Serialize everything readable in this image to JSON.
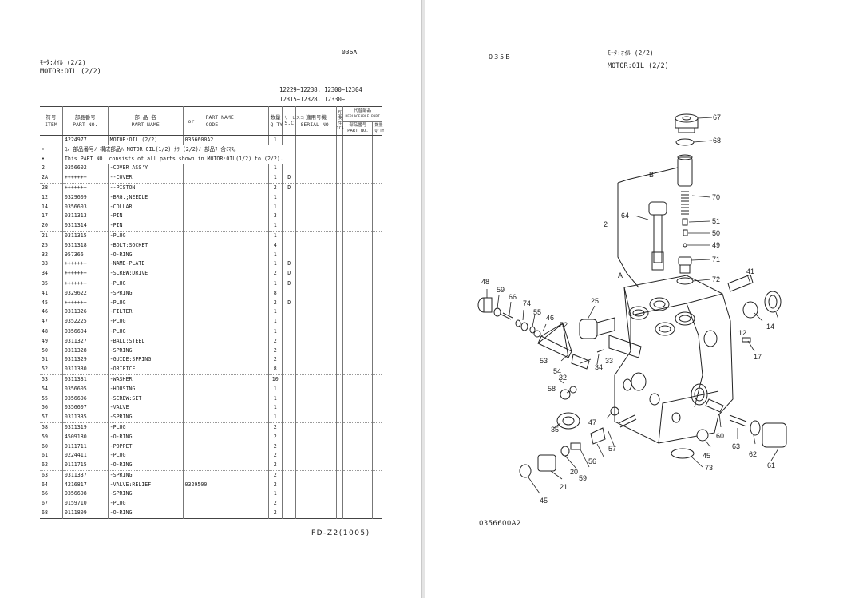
{
  "left_page": {
    "page_code": "036A",
    "title_jp": "ﾓｰﾀ:ｵｲﾙ (2/2)",
    "title_en": "MOTOR:OIL (2/2)",
    "serial_ranges": [
      "12229~12238, 12300~12304",
      "12315~12328, 12330~"
    ],
    "headers": {
      "item_jp": "符号",
      "item_en": "ITEM",
      "part_no_jp": "部品番号",
      "part_no_en": "PART NO.",
      "part_name_jp": "部 品 名",
      "part_name_en": "PART NAME",
      "or": "or",
      "code_line1": "PART NAME",
      "code_line2": "CODE",
      "qty_jp": "数量",
      "qty_en": "Q'TY",
      "sc_jp": "サービスコード",
      "sc_en": "S.C",
      "serial_jp": "適用号機",
      "serial_en": "SERIAL NO.",
      "ica_jp": "互換性",
      "ica_en": "ICA",
      "replaceable_jp": "代替部品",
      "replaceable_en": "REPLACEABLE PART",
      "rep_part_no_jp": "部品番号",
      "rep_part_no_en": "PART NO.",
      "rep_qty_jp": "数量",
      "rep_qty_en": "Q'TY"
    },
    "rows": [
      {
        "item": "",
        "part_no": "4224977",
        "name": "MOTOR:OIL (2/2)",
        "code": "0356600A2",
        "qty": "1",
        "sc": "",
        "group_end": false
      },
      {
        "item": "•",
        "note": "ｺﾉ 部品番号ﾉ 構成部品ﾊ MOTOR:OIL(1/2) ｶﾗ (2/2)ﾉ 部品ｦ 含ﾐﾏｽ｡",
        "group_end": false
      },
      {
        "item": "•",
        "note": "This PART NO. consists of all parts shown in MOTOR:OIL(1/2) to (2/2).",
        "group_end": false
      },
      {
        "item": "2",
        "part_no": "0356602",
        "name": "-COVER ASS'Y",
        "code": "",
        "qty": "1",
        "sc": "",
        "group_end": false
      },
      {
        "item": "2A",
        "part_no": "+++++++",
        "name": "--COVER",
        "code": "",
        "qty": "1",
        "sc": "D",
        "group_end": true
      },
      {
        "item": "2B",
        "part_no": "+++++++",
        "name": "--PISTON",
        "code": "",
        "qty": "2",
        "sc": "D",
        "group_end": false
      },
      {
        "item": "12",
        "part_no": "0329609",
        "name": "-BRG.;NEEDLE",
        "code": "",
        "qty": "1",
        "sc": "",
        "group_end": false
      },
      {
        "item": "14",
        "part_no": "0356603",
        "name": "-COLLAR",
        "code": "",
        "qty": "1",
        "sc": "",
        "group_end": false
      },
      {
        "item": "17",
        "part_no": "0311313",
        "name": "-PIN",
        "code": "",
        "qty": "3",
        "sc": "",
        "group_end": false
      },
      {
        "item": "20",
        "part_no": "0311314",
        "name": "-PIN",
        "code": "",
        "qty": "1",
        "sc": "",
        "group_end": true
      },
      {
        "item": "21",
        "part_no": "0311315",
        "name": "-PLUG",
        "code": "",
        "qty": "1",
        "sc": "",
        "group_end": false
      },
      {
        "item": "25",
        "part_no": "0311318",
        "name": "-BOLT:SOCKET",
        "code": "",
        "qty": "4",
        "sc": "",
        "group_end": false
      },
      {
        "item": "32",
        "part_no": "957366",
        "name": "-O-RING",
        "code": "",
        "qty": "1",
        "sc": "",
        "group_end": false
      },
      {
        "item": "33",
        "part_no": "+++++++",
        "name": "-NAME-PLATE",
        "code": "",
        "qty": "1",
        "sc": "D",
        "group_end": false
      },
      {
        "item": "34",
        "part_no": "+++++++",
        "name": "-SCREW:DRIVE",
        "code": "",
        "qty": "2",
        "sc": "D",
        "group_end": true
      },
      {
        "item": "35",
        "part_no": "+++++++",
        "name": "-PLUG",
        "code": "",
        "qty": "1",
        "sc": "D",
        "group_end": false
      },
      {
        "item": "41",
        "part_no": "0329622",
        "name": "-SPRING",
        "code": "",
        "qty": "8",
        "sc": "",
        "group_end": false
      },
      {
        "item": "45",
        "part_no": "+++++++",
        "name": "-PLUG",
        "code": "",
        "qty": "2",
        "sc": "D",
        "group_end": false
      },
      {
        "item": "46",
        "part_no": "0311326",
        "name": "-FILTER",
        "code": "",
        "qty": "1",
        "sc": "",
        "group_end": false
      },
      {
        "item": "47",
        "part_no": "0352225",
        "name": "-PLUG",
        "code": "",
        "qty": "1",
        "sc": "",
        "group_end": true
      },
      {
        "item": "48",
        "part_no": "0356604",
        "name": "-PLUG",
        "code": "",
        "qty": "1",
        "sc": "",
        "group_end": false
      },
      {
        "item": "49",
        "part_no": "0311327",
        "name": "-BALL:STEEL",
        "code": "",
        "qty": "2",
        "sc": "",
        "group_end": false
      },
      {
        "item": "50",
        "part_no": "0311328",
        "name": "-SPRING",
        "code": "",
        "qty": "2",
        "sc": "",
        "group_end": false
      },
      {
        "item": "51",
        "part_no": "0311329",
        "name": "-GUIDE:SPRING",
        "code": "",
        "qty": "2",
        "sc": "",
        "group_end": false
      },
      {
        "item": "52",
        "part_no": "0311330",
        "name": "-ORIFICE",
        "code": "",
        "qty": "8",
        "sc": "",
        "group_end": true
      },
      {
        "item": "53",
        "part_no": "0311331",
        "name": "-WASHER",
        "code": "",
        "qty": "10",
        "sc": "",
        "group_end": false
      },
      {
        "item": "54",
        "part_no": "0356605",
        "name": "-HOUSING",
        "code": "",
        "qty": "1",
        "sc": "",
        "group_end": false
      },
      {
        "item": "55",
        "part_no": "0356606",
        "name": "-SCREW:SET",
        "code": "",
        "qty": "1",
        "sc": "",
        "group_end": false
      },
      {
        "item": "56",
        "part_no": "0356607",
        "name": "-VALVE",
        "code": "",
        "qty": "1",
        "sc": "",
        "group_end": false
      },
      {
        "item": "57",
        "part_no": "0311335",
        "name": "-SPRING",
        "code": "",
        "qty": "1",
        "sc": "",
        "group_end": true
      },
      {
        "item": "58",
        "part_no": "0311319",
        "name": "-PLUG",
        "code": "",
        "qty": "2",
        "sc": "",
        "group_end": false
      },
      {
        "item": "59",
        "part_no": "4509180",
        "name": "-O-RING",
        "code": "",
        "qty": "2",
        "sc": "",
        "group_end": false
      },
      {
        "item": "60",
        "part_no": "0111711",
        "name": "-POPPET",
        "code": "",
        "qty": "2",
        "sc": "",
        "group_end": false
      },
      {
        "item": "61",
        "part_no": "0224411",
        "name": "-PLUG",
        "code": "",
        "qty": "2",
        "sc": "",
        "group_end": false
      },
      {
        "item": "62",
        "part_no": "0111715",
        "name": "-O-RING",
        "code": "",
        "qty": "2",
        "sc": "",
        "group_end": true
      },
      {
        "item": "63",
        "part_no": "0311337",
        "name": "-SPRING",
        "code": "",
        "qty": "2",
        "sc": "",
        "group_end": false
      },
      {
        "item": "64",
        "part_no": "4216817",
        "name": "-VALVE:RELIEF",
        "code": "0329500",
        "qty": "2",
        "sc": "",
        "group_end": false
      },
      {
        "item": "66",
        "part_no": "0356608",
        "name": "-SPRING",
        "code": "",
        "qty": "1",
        "sc": "",
        "group_end": false
      },
      {
        "item": "67",
        "part_no": "0159710",
        "name": "-PLUG",
        "code": "",
        "qty": "2",
        "sc": "",
        "group_end": false
      },
      {
        "item": "68",
        "part_no": "0111809",
        "name": "-O-RING",
        "code": "",
        "qty": "2",
        "sc": "",
        "group_end": false
      }
    ],
    "footer": "FD-Z2(1005)"
  },
  "right_page": {
    "page_code": "035B",
    "title_jp": "ﾓｰﾀ:ｵｲﾙ (2/2)",
    "title_en": "MOTOR:OIL (2/2)",
    "drawing_id": "0356600A2",
    "callouts": [
      "67",
      "68",
      "B",
      "70",
      "51",
      "50",
      "49",
      "71",
      "72",
      "2",
      "64",
      "A",
      "41",
      "48",
      "59",
      "66",
      "74",
      "55",
      "46",
      "52",
      "53",
      "54",
      "25",
      "34",
      "33",
      "12",
      "14",
      "17",
      "32",
      "58",
      "35",
      "47",
      "57",
      "56",
      "20",
      "59",
      "21",
      "45",
      "60",
      "63",
      "62",
      "61",
      "45",
      "73"
    ]
  }
}
